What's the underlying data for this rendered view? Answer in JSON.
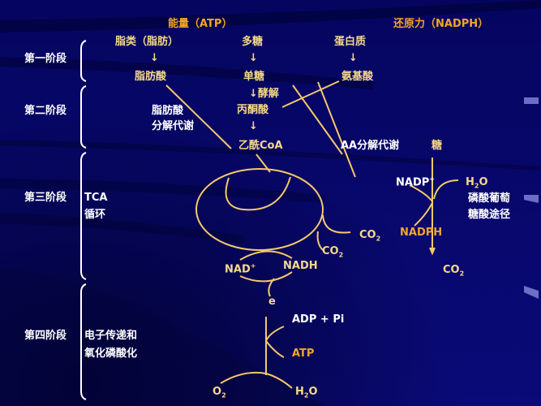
{
  "header": {
    "energy": "能量（ATP）",
    "reducing_power": "还原力（NADPH）"
  },
  "stages": [
    {
      "label": "第一阶段"
    },
    {
      "label": "第二阶段"
    },
    {
      "label": "第三阶段",
      "desc_line1": "TCA",
      "desc_line2": "循环"
    },
    {
      "label": "第四阶段",
      "desc_line1": "电子传递和",
      "desc_line2": "氧化磷酸化"
    }
  ],
  "stage1": {
    "lipids": "脂类（脂肪）",
    "polysaccharide": "多糖",
    "protein": "蛋白质",
    "arrow": "↓",
    "fatty_acid": "脂肪酸",
    "monosaccharide": "单糖",
    "amino_acid": "氨基酸"
  },
  "stage2": {
    "glycolysis": "↓酵解",
    "pyruvate": "丙酮酸",
    "arrow": "↓",
    "acetyl_coa": "乙酰CoA",
    "fa_metab_line1": "脂肪酸",
    "fa_metab_line2": "分解代谢",
    "aa_metab": "AA分解代谢",
    "sugar": "糖"
  },
  "stage3": {
    "co2_a": "CO",
    "co2_b": "CO",
    "nad_plus": "NAD",
    "nadh": "NADH",
    "nadp_plus": "NADP",
    "h2o": "H",
    "h2o_tail": "O",
    "ppp_line1": "磷酸葡萄",
    "ppp_line2": "糖酸途径",
    "nadph": "NADPH",
    "co2_c": "CO",
    "sub2": "2",
    "sup_plus": "+"
  },
  "stage4": {
    "electron": "e",
    "adp_pi": "ADP + Pi",
    "atp": "ATP",
    "o2": "O",
    "h2o": "H",
    "h2o_tail": "O",
    "sub2": "2"
  },
  "colors": {
    "background": "#0a0a6e",
    "line": "#f5c96a",
    "gold_text": "#f5d88a",
    "orange_text": "#f5a623",
    "white_text": "#ffffff"
  }
}
